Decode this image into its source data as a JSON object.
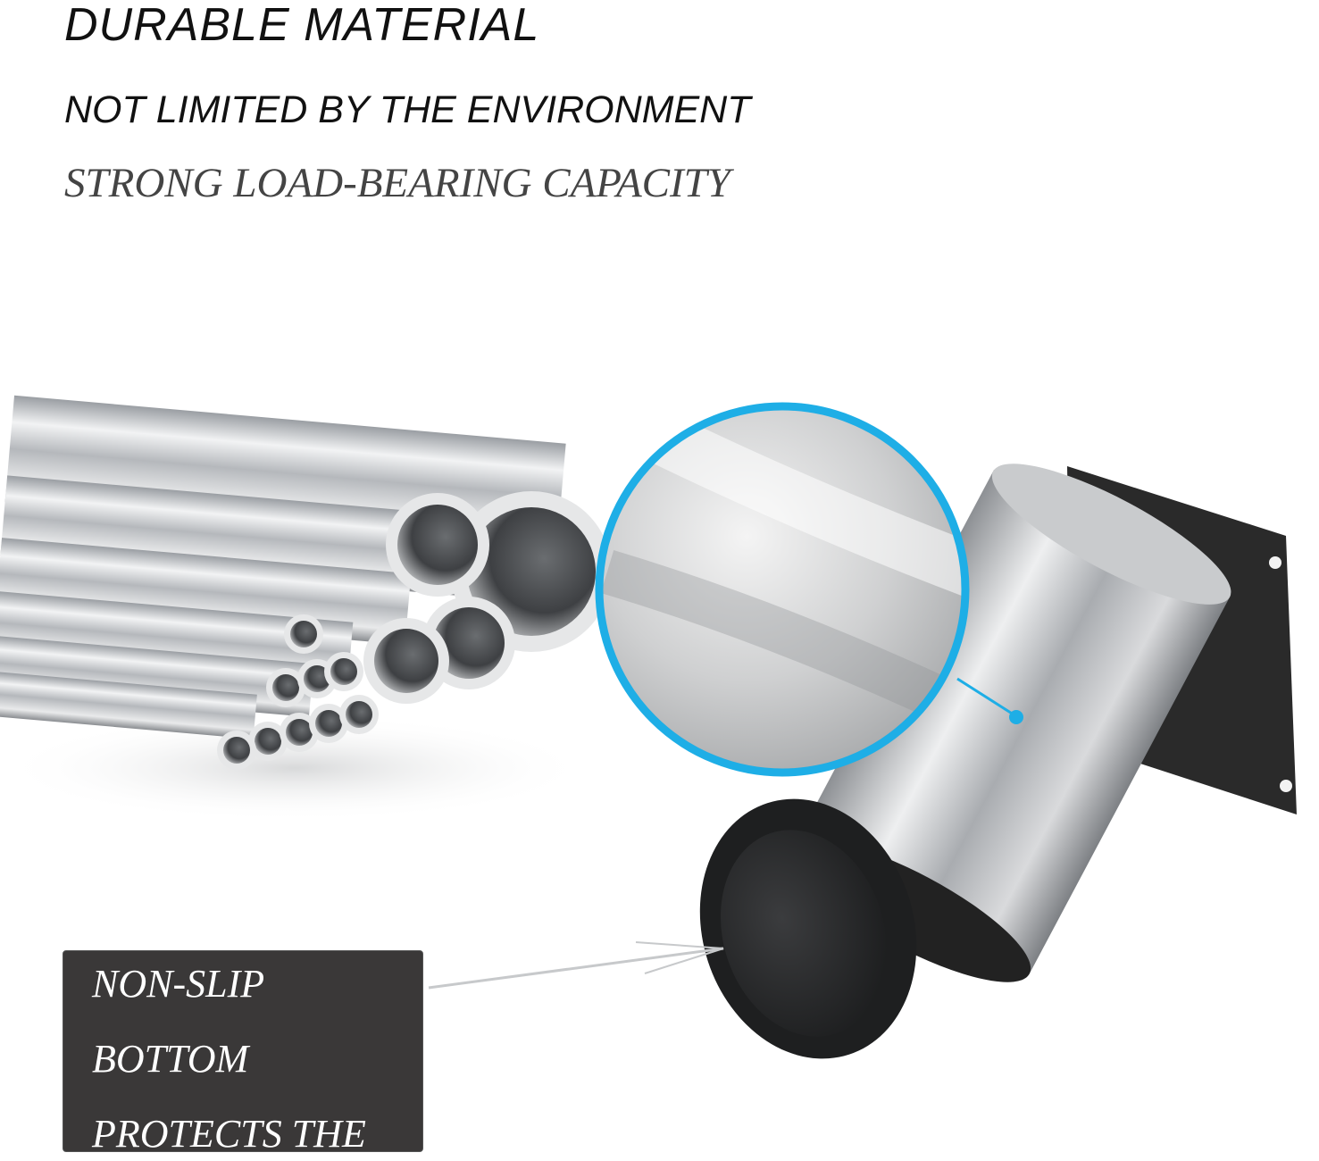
{
  "headings": {
    "line1": "DURABLE MATERIAL",
    "line2": "NOT LIMITED BY THE ENVIRONMENT",
    "line3": "STRONG LOAD-BEARING CAPACITY"
  },
  "callout": {
    "line1": "NON-SLIP",
    "line2": "BOTTOM",
    "line3": "PROTECTS THE"
  },
  "colors": {
    "magnifier_ring": "#1eaee6",
    "label_background": "#3a3838",
    "mounting_plate": "#2a2a2a"
  }
}
